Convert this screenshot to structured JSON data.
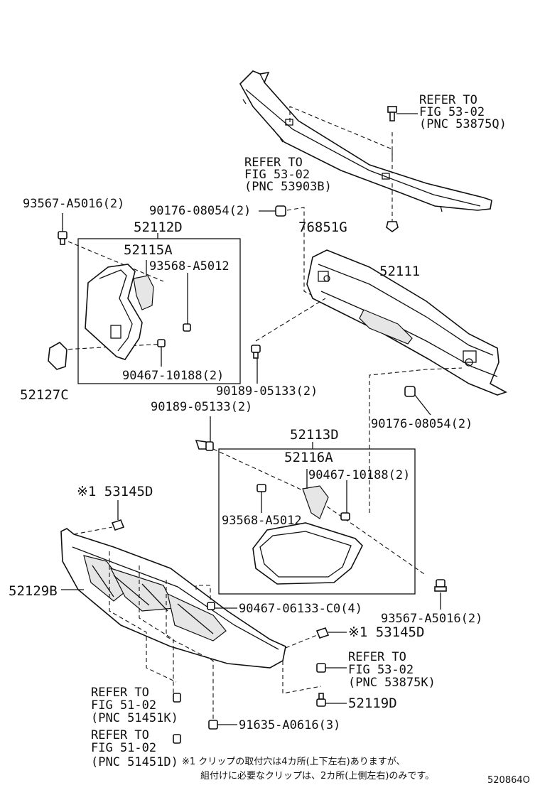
{
  "labels": {
    "refer_53875q": [
      "REFER TO",
      "FIG 53-02",
      "(PNC 53875Q)"
    ],
    "refer_53903b": [
      "REFER TO",
      "FIG 53-02",
      "(PNC 53903B)"
    ],
    "p93567_top": "93567-A5016(2)",
    "p90176_top": "90176-08054(2)",
    "p52112d": "52112D",
    "p76851g": "76851G",
    "p52115a": "52115A",
    "p93568_left": "93568-A5012",
    "p52111": "52111",
    "p90467_left": "90467-10188(2)",
    "p52127c": "52127C",
    "p90189_right": "90189-05133(2)",
    "p90189_left": "90189-05133(2)",
    "p90176_right": "90176-08054(2)",
    "p52113d": "52113D",
    "p52116a": "52116A",
    "p90467_right": "90467-10188(2)",
    "p53145d_top": "※1 53145D",
    "p93568_right": "93568-A5012",
    "p52129b": "52129B",
    "p90467_06133": "90467-06133-C0(4)",
    "p93567_right": "93567-A5016(2)",
    "p53145d_bottom": "※1 53145D",
    "refer_53875k": [
      "REFER TO",
      "FIG 53-02",
      "(PNC 53875K)"
    ],
    "p52119d": "52119D",
    "refer_51451k": [
      "REFER TO",
      "FIG 51-02",
      "(PNC 51451K)"
    ],
    "p91635": "91635-A0616(3)",
    "refer_51451d": [
      "REFER TO",
      "FIG 51-02",
      "(PNC 51451D)"
    ],
    "footnote": [
      "※1 クリップの取付穴は4カ所(上下左右)ありますが、",
      "組付けに必要なクリップは、2カ所(上側左右)のみです。"
    ],
    "figure_id": "520864O"
  }
}
